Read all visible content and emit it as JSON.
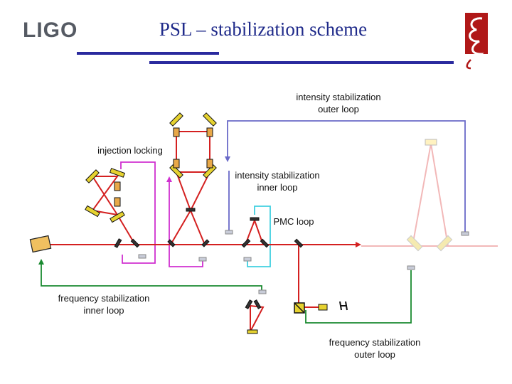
{
  "header": {
    "logo": "LIGO",
    "title": "PSL – stabilization scheme"
  },
  "labels": {
    "intensity_outer": [
      "intensity stabilization",
      "outer loop"
    ],
    "injection_locking": "injection locking",
    "intensity_inner": [
      "intensity stabilization",
      "inner loop"
    ],
    "pmc_loop": "PMC loop",
    "frequency_inner": [
      "frequency stabilization",
      "inner loop"
    ],
    "frequency_outer": [
      "frequency stabilization",
      "outer loop"
    ]
  },
  "colors": {
    "beam": "#d42020",
    "beam_faint": "#f2b8b8",
    "intensity_loop": "#6a6ac8",
    "injection_loop": "#d030d0",
    "pmc_loop": "#40d0e0",
    "frequency_loop": "#1a8a30",
    "title_blue": "#1f2a8a"
  }
}
